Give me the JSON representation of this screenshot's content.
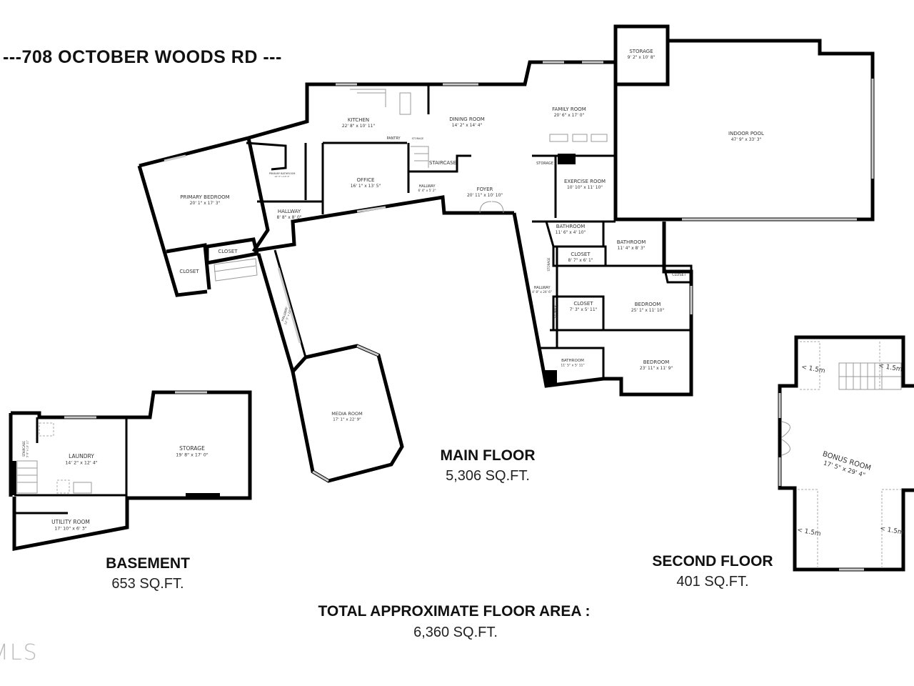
{
  "title": "---708 OCTOBER WOODS RD ---",
  "watermark": "MLS",
  "main_floor": {
    "label": "MAIN FLOOR",
    "area": "5,306 SQ.FT.",
    "rooms": [
      {
        "name": "KITCHEN",
        "dims": "22' 8\" x 10' 11\""
      },
      {
        "name": "PANTRY",
        "dims": ""
      },
      {
        "name": "STORAGE",
        "dims": ""
      },
      {
        "name": "DINING ROOM",
        "dims": "14' 2\" x 14' 4\""
      },
      {
        "name": "FAMILY ROOM",
        "dims": "20' 6\" x 17' 0\""
      },
      {
        "name": "STORAGE",
        "dims": "9' 2\" x 10' 8\""
      },
      {
        "name": "INDOOR POOL",
        "dims": "47' 9\" x 33' 3\""
      },
      {
        "name": "PRIMARY BEDROOM",
        "dims": "20' 1\" x 17' 3\""
      },
      {
        "name": "PRIMARY BATHROOM",
        "dims": "14' 3\" x 13' 3\""
      },
      {
        "name": "OFFICE",
        "dims": "16' 1\" x 13' 5\""
      },
      {
        "name": "STAIRCASE",
        "dims": ""
      },
      {
        "name": "HALLWAY",
        "dims": "6' 4\" x 5' 2\""
      },
      {
        "name": "FOYER",
        "dims": "20' 11\" x 10' 10\""
      },
      {
        "name": "STORAGE",
        "dims": ""
      },
      {
        "name": "EXERCISE ROOM",
        "dims": "10' 10\" x 11' 10\""
      },
      {
        "name": "HALLWAY",
        "dims": "8' 8\" x 8' 0\""
      },
      {
        "name": "CLOSET",
        "dims": ""
      },
      {
        "name": "CLOSET",
        "dims": ""
      },
      {
        "name": "HALLWAY",
        "dims": "12' 5\" x 22' 5\""
      },
      {
        "name": "MEDIA ROOM",
        "dims": "17' 1\" x 22' 9\""
      },
      {
        "name": "BATHROOM",
        "dims": "11' 6\" x 4' 10\""
      },
      {
        "name": "BATHROOM",
        "dims": "11' 4\" x 8' 3\""
      },
      {
        "name": "CLOSET",
        "dims": "8' 7\" x 6' 1\""
      },
      {
        "name": "CLOSET",
        "dims": ""
      },
      {
        "name": "STORAGE",
        "dims": ""
      },
      {
        "name": "HALLWAY",
        "dims": "4' 8\" x 24' 6\""
      },
      {
        "name": "BEDROOM",
        "dims": "25' 1\" x 11' 10\""
      },
      {
        "name": "CLOSET",
        "dims": "7' 3\" x 5' 11\""
      },
      {
        "name": "STORAGE",
        "dims": ""
      },
      {
        "name": "BATHROOM",
        "dims": "11' 5\" x 5' 11\""
      },
      {
        "name": "BEDROOM",
        "dims": "23' 11\" x 11' 9\""
      }
    ]
  },
  "basement": {
    "label": "BASEMENT",
    "area": "653 SQ.FT.",
    "rooms": [
      {
        "name": "LAUNDRY",
        "dims": "14' 2\" x 12' 4\""
      },
      {
        "name": "STORAGE",
        "dims": "19' 8\" x 17' 0\""
      },
      {
        "name": "UTILITY ROOM",
        "dims": "17' 10\" x 6' 3\""
      },
      {
        "name": "STAIRCASE",
        "dims": "5' 6\" x 13' 11\""
      }
    ]
  },
  "second_floor": {
    "label": "SECOND FLOOR",
    "area": "401 SQ.FT.",
    "rooms": [
      {
        "name": "BONUS ROOM",
        "dims": "17' 5\" x 29' 4\""
      }
    ],
    "ceiling_notes": [
      "< 1.5m",
      "< 1.5m",
      "< 1.5m",
      "< 1.5m"
    ]
  },
  "total": {
    "label": "TOTAL APPROXIMATE FLOOR AREA :",
    "area": "6,360 SQ.FT."
  }
}
